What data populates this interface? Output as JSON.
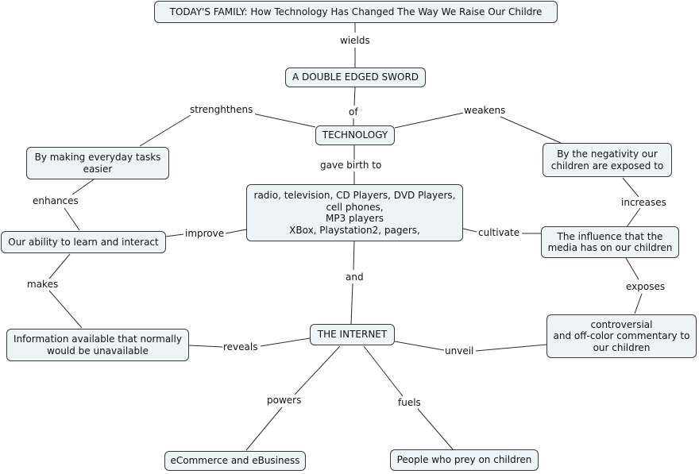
{
  "nodes": {
    "title": "TODAY'S FAMILY: How Technology Has Changed The Way We Raise Our Childre",
    "sword": "A DOUBLE EDGED SWORD",
    "technology": "TECHNOLOGY",
    "devices": "radio, television, CD Players, DVD Players,\ncell phones,\nMP3 players\nXBox, Playstation2, pagers,",
    "everyday": "By making everyday tasks\neasier",
    "negativity": "By the negativity our\nchildren are exposed to",
    "learn": "Our ability to learn and interact",
    "influence": "The influence that the\nmedia has on our children",
    "information": "Information available that normally\nwould be unavailable",
    "internet": "THE INTERNET",
    "controversial": "controversial\nand off-color commentary to\nour children",
    "ecommerce": "eCommerce and eBusiness",
    "predators": "People who prey on children"
  },
  "links": {
    "wields": "wields",
    "of": "of",
    "strengthens": "strenghthens",
    "weakens": "weakens",
    "gave_birth_to": "gave birth to",
    "enhances": "enhances",
    "increases": "increases",
    "improve": "improve",
    "cultivate": "cultivate",
    "and": "and",
    "makes": "makes",
    "exposes": "exposes",
    "reveals": "reveals",
    "unveil": "unveil",
    "powers": "powers",
    "fuels": "fuels"
  }
}
